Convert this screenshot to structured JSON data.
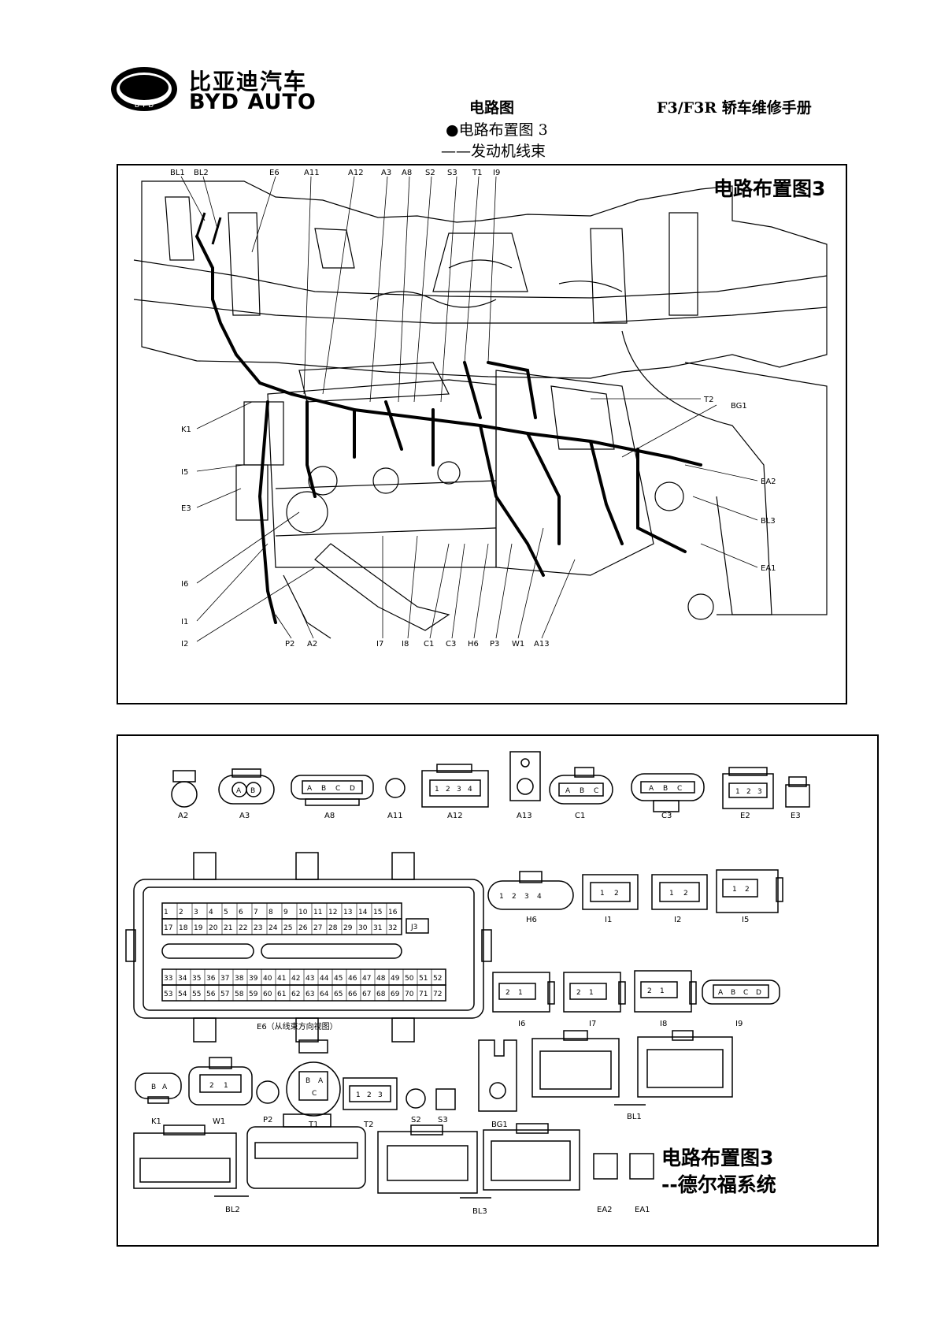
{
  "header": {
    "brand_cn": "比亚迪汽车",
    "brand_en": "BYD AUTO",
    "logo_text": "B Y D",
    "title": "电路图",
    "manual": "F3/F3R 轿车维修手册",
    "sub1": "●电路布置图 3",
    "sub2": "——发动机线束"
  },
  "top_diagram": {
    "title": "电路布置图3",
    "callouts_top": [
      "BL1",
      "BL2",
      "E6",
      "A11",
      "A12",
      "A3",
      "A8",
      "S2",
      "S3",
      "T1",
      "I9"
    ],
    "callouts_left": [
      "K1",
      "I5",
      "E3",
      "I6",
      "I1",
      "I2"
    ],
    "callouts_bottom": [
      "P2",
      "A2",
      "I7",
      "I8",
      "C1",
      "C3",
      "H6",
      "P3",
      "W1",
      "A13"
    ],
    "callouts_right": [
      "T2",
      "BG1",
      "EA2",
      "BL3",
      "EA1"
    ]
  },
  "connectors": {
    "row1": [
      "A2",
      "A3",
      "A8",
      "A11",
      "A12",
      "A13",
      "C1",
      "C3",
      "E2",
      "E3"
    ],
    "ecu_pins_row1": [
      "1",
      "2",
      "3",
      "4",
      "5",
      "6",
      "7",
      "8",
      "9",
      "10",
      "11",
      "12",
      "13",
      "14",
      "15",
      "16"
    ],
    "ecu_pins_row2": [
      "17",
      "18",
      "19",
      "20",
      "21",
      "22",
      "23",
      "24",
      "25",
      "26",
      "27",
      "28",
      "29",
      "30",
      "31",
      "32"
    ],
    "ecu_pins_row3": [
      "33",
      "34",
      "35",
      "36",
      "37",
      "38",
      "39",
      "40",
      "41",
      "42",
      "43",
      "44",
      "45",
      "46",
      "47",
      "48",
      "49",
      "50",
      "51",
      "52"
    ],
    "ecu_pins_row4": [
      "53",
      "54",
      "55",
      "56",
      "57",
      "58",
      "59",
      "60",
      "61",
      "62",
      "63",
      "64",
      "65",
      "66",
      "67",
      "68",
      "69",
      "70",
      "71",
      "72"
    ],
    "ecu_extra": "J3",
    "ecu_label": "E6（从线束方向视图）",
    "row2": [
      "H6",
      "I1",
      "I2",
      "I5"
    ],
    "row3": [
      "I6",
      "I7",
      "I8",
      "I9"
    ],
    "row4": [
      "K1",
      "W1",
      "P2",
      "T1",
      "T2",
      "S2",
      "S3",
      "BG1",
      "BL1"
    ],
    "row5": [
      "BL2",
      "BL3",
      "EA2",
      "EA1"
    ],
    "pin_a": "A",
    "pin_b": "B",
    "pin_c": "C",
    "pin_d": "D",
    "n1": "1",
    "n2": "2",
    "n3": "3",
    "n4": "4"
  },
  "bottom_title": "电路布置图3",
  "bottom_subtitle": "--德尔福系统"
}
